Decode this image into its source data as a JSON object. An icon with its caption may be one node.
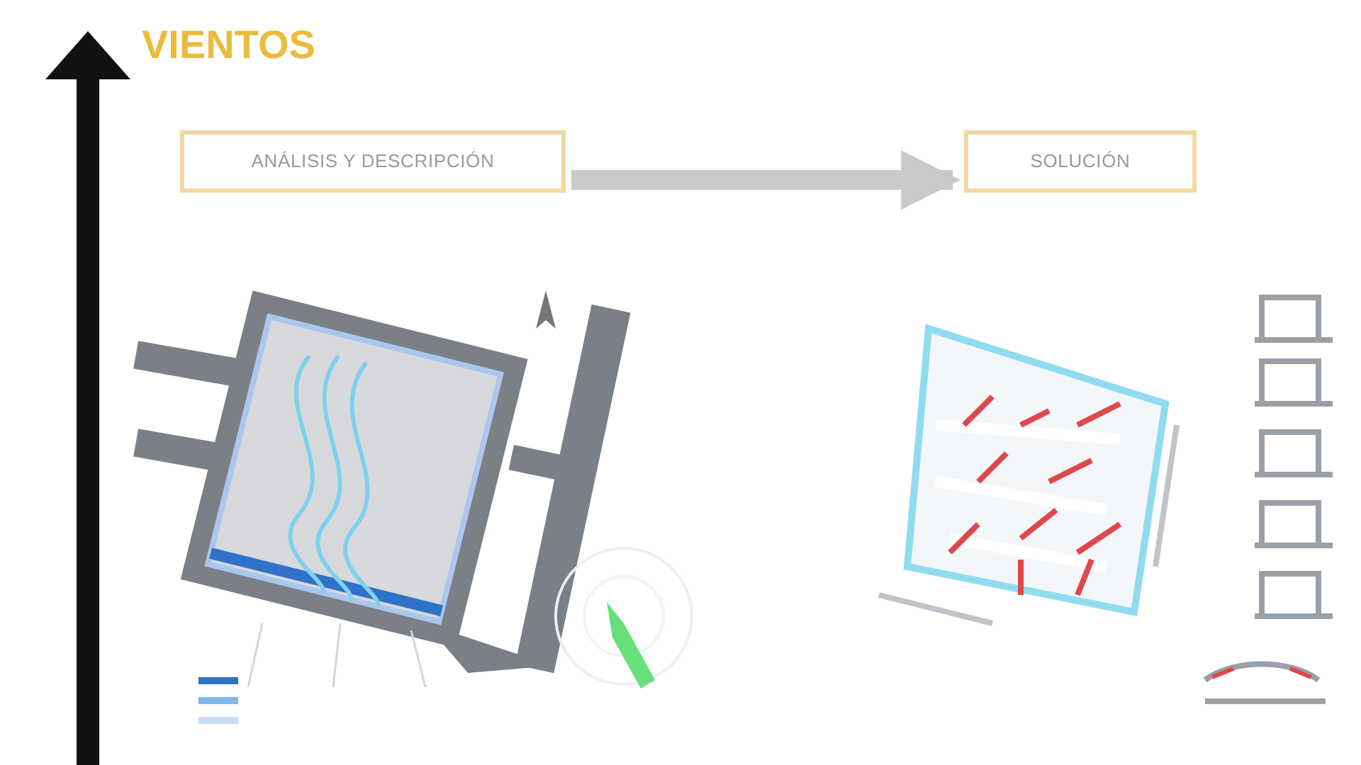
{
  "diagram": {
    "title": "VIENTOS",
    "nodes": [
      {
        "text": [
          "ANÁLISIS Y DESCRIPCIÓN"
        ]
      },
      {
        "text": [
          "SOLUCIÓN"
        ]
      }
    ],
    "edges": [
      {
        "from": 0,
        "to": 1,
        "arrow": "to"
      }
    ]
  }
}
